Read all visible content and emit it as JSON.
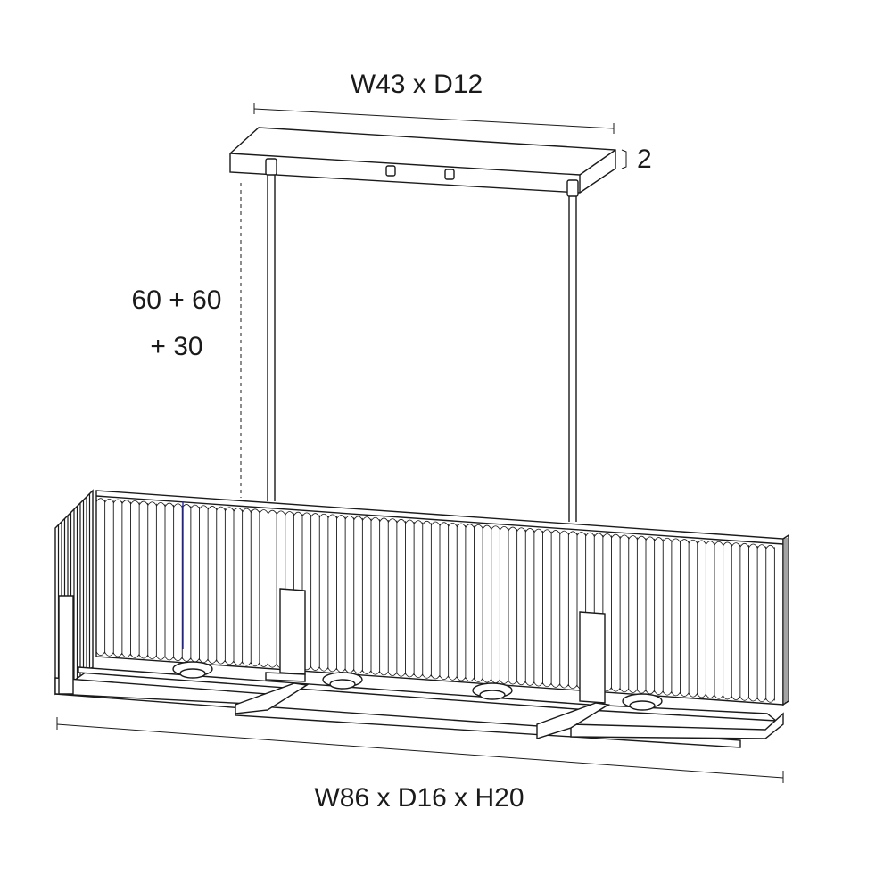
{
  "dimensions": {
    "canopy": "W43 x D12",
    "canopy_height": "2",
    "drop_line1": "60 + 60",
    "drop_line2": "+ 30",
    "fixture": "W86 x D16 x H20"
  },
  "colors": {
    "line": "#1a1a1a",
    "background": "#ffffff"
  }
}
